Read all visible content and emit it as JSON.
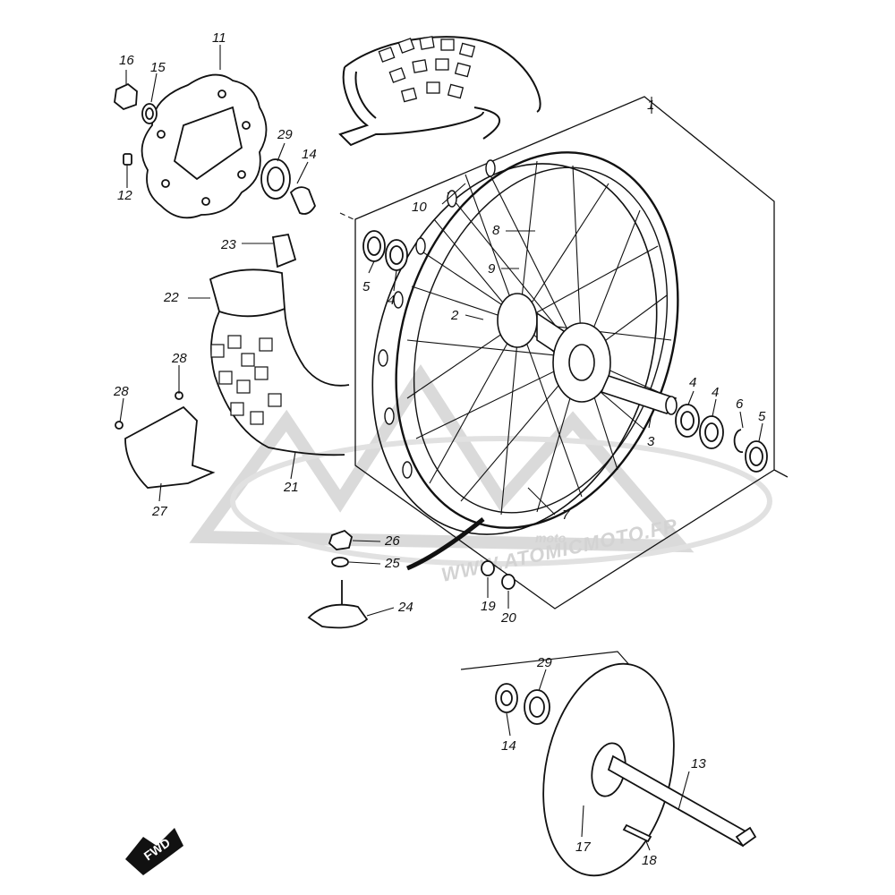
{
  "watermark": {
    "site": "WWW.ATOMICMOTO.FR",
    "brand": "moto"
  },
  "direction": {
    "label": "FWD"
  },
  "callouts": [
    {
      "id": "c1",
      "text": "1"
    },
    {
      "id": "c2",
      "text": "2"
    },
    {
      "id": "c3",
      "text": "3"
    },
    {
      "id": "c4a",
      "text": "4"
    },
    {
      "id": "c4b",
      "text": "4"
    },
    {
      "id": "c4c",
      "text": "4"
    },
    {
      "id": "c5a",
      "text": "5"
    },
    {
      "id": "c5b",
      "text": "5"
    },
    {
      "id": "c6",
      "text": "6"
    },
    {
      "id": "c7",
      "text": "7"
    },
    {
      "id": "c8",
      "text": "8"
    },
    {
      "id": "c9",
      "text": "9"
    },
    {
      "id": "c10",
      "text": "10"
    },
    {
      "id": "c11",
      "text": "11"
    },
    {
      "id": "c12",
      "text": "12"
    },
    {
      "id": "c13",
      "text": "13"
    },
    {
      "id": "c14a",
      "text": "14"
    },
    {
      "id": "c14b",
      "text": "14"
    },
    {
      "id": "c15",
      "text": "15"
    },
    {
      "id": "c16",
      "text": "16"
    },
    {
      "id": "c17",
      "text": "17"
    },
    {
      "id": "c18",
      "text": "18"
    },
    {
      "id": "c19",
      "text": "19"
    },
    {
      "id": "c20",
      "text": "20"
    },
    {
      "id": "c21",
      "text": "21"
    },
    {
      "id": "c22",
      "text": "22"
    },
    {
      "id": "c23",
      "text": "23"
    },
    {
      "id": "c24",
      "text": "24"
    },
    {
      "id": "c25",
      "text": "25"
    },
    {
      "id": "c26",
      "text": "26"
    },
    {
      "id": "c27",
      "text": "27"
    },
    {
      "id": "c28a",
      "text": "28"
    },
    {
      "id": "c28b",
      "text": "28"
    },
    {
      "id": "c29a",
      "text": "29"
    },
    {
      "id": "c29b",
      "text": "29"
    }
  ]
}
